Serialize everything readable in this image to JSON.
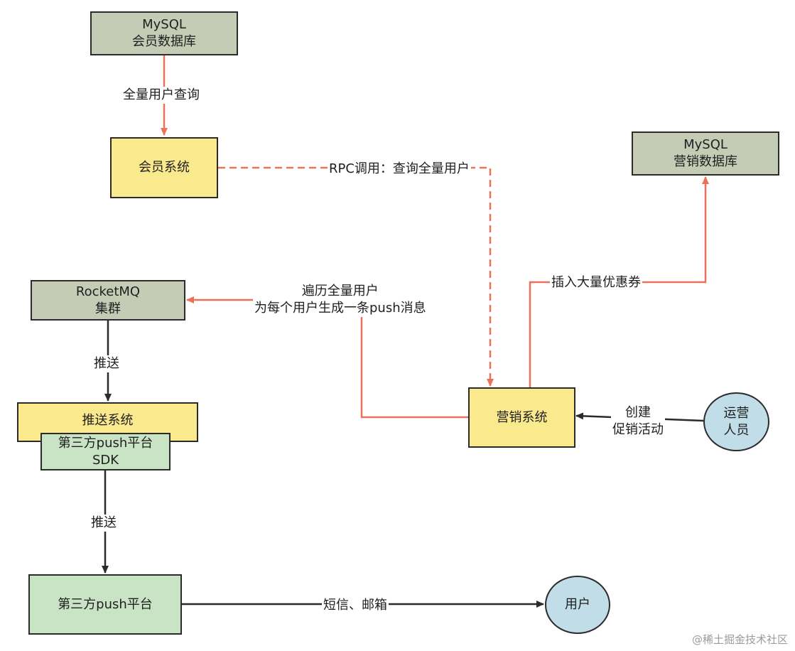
{
  "colors": {
    "red_arrow": "#e8735a",
    "black_arrow": "#2b2b2b"
  },
  "nodes": {
    "member_db": {
      "line1": "MySQL",
      "line2": "会员数据库"
    },
    "member_system": {
      "label": "会员系统"
    },
    "marketing_db": {
      "line1": "MySQL",
      "line2": "营销数据库"
    },
    "rocketmq": {
      "line1": "RocketMQ",
      "line2": "集群"
    },
    "push_system": {
      "label": "推送系统"
    },
    "push_sdk": {
      "line1": "第三方push平台",
      "line2": "SDK"
    },
    "marketing_system": {
      "label": "营销系统"
    },
    "operator": {
      "line1": "运营",
      "line2": "人员"
    },
    "push_platform": {
      "label": "第三方push平台"
    },
    "user": {
      "label": "用户"
    }
  },
  "edges": {
    "full_query": "全量用户查询",
    "rpc_call": "RPC调用：查询全量用户",
    "insert_coupons": "插入大量优惠券",
    "traverse_line1": "遍历全量用户",
    "traverse_line2": "为每个用户生成一条push消息",
    "push_1": "推送",
    "push_2": "推送",
    "create_line1": "创建",
    "create_line2": "促销活动",
    "sms_email": "短信、邮箱"
  },
  "watermark": "@稀土掘金技术社区"
}
